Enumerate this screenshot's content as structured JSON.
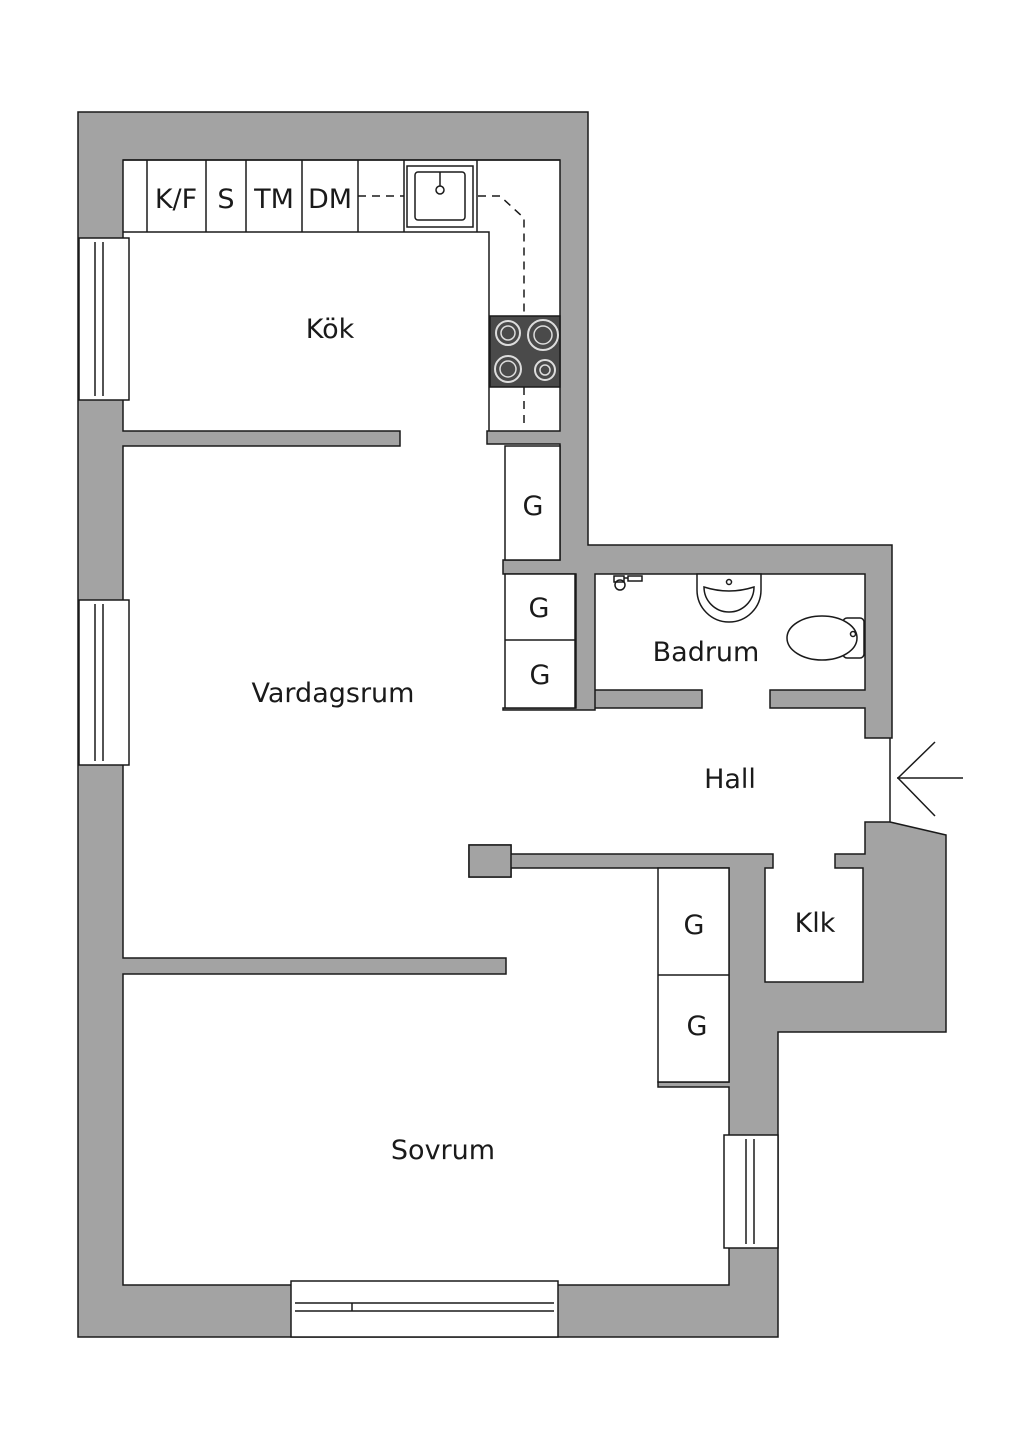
{
  "rooms": {
    "kok": "Kök",
    "vardagsrum": "Vardagsrum",
    "badrum": "Badrum",
    "hall": "Hall",
    "klk": "Klk",
    "sovrum": "Sovrum"
  },
  "appliances": {
    "kf": "K/F",
    "s": "S",
    "tm": "TM",
    "dm": "DM"
  },
  "wardrobe_label": "G",
  "colors": {
    "wall": "#a3a3a3",
    "stove": "#4a4a4a",
    "line": "#1a1a1a"
  },
  "icons": [
    "sink-icon",
    "stove-icon",
    "washbasin-icon",
    "toilet-icon",
    "shower-mixer-icon",
    "entrance-arrow-icon"
  ]
}
